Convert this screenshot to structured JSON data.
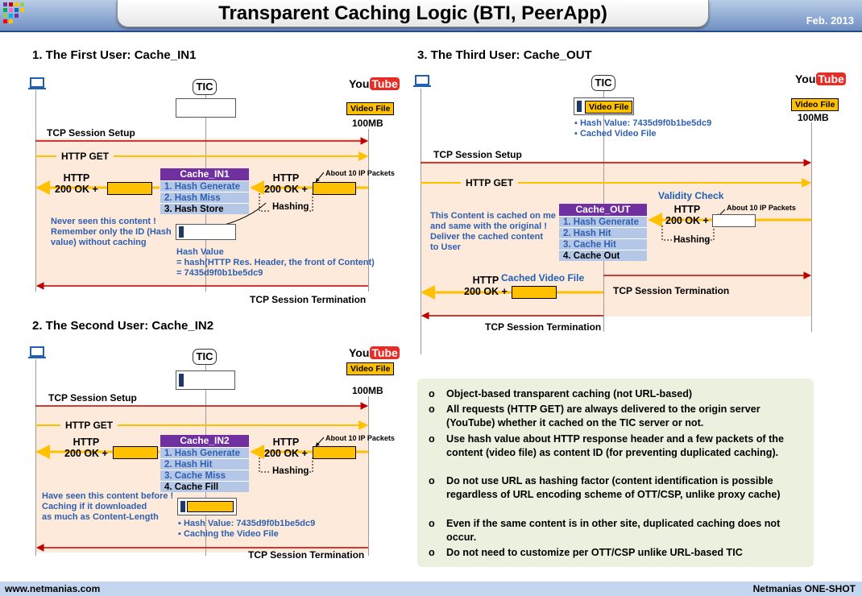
{
  "header": {
    "title": "Transparent Caching Logic (BTI, PeerApp)",
    "date": "Feb. 2013"
  },
  "footer": {
    "left": "www.netmanias.com",
    "right": "Netmanias ONE-SHOT"
  },
  "common": {
    "tic": "TIC",
    "you": "You",
    "tube": "Tube",
    "video_file": "Video File",
    "size": "100MB",
    "tcp_setup": "TCP Session Setup",
    "http_get": "HTTP GET",
    "http": "HTTP",
    "ok": "200 OK +",
    "about_packets": "About 10 IP Packets",
    "hashing": "Hashing",
    "tcp_term": "TCP Session Termination"
  },
  "section1": {
    "title": "1. The First User: Cache_IN1",
    "state_title": "Cache_IN1",
    "states": [
      "1. Hash Generate",
      "2. Hash Miss",
      "3. Hash Store"
    ],
    "note": [
      "Never seen this content !",
      "Remember only the ID (Hash",
      "value) without caching"
    ],
    "hash_value": [
      "Hash Value",
      "= hash(HTTP Res. Header, the front of Content)",
      "= 7435d9f0b1be5dc9"
    ]
  },
  "section2": {
    "title": "2. The Second User: Cache_IN2",
    "state_title": "Cache_IN2",
    "states": [
      "1. Hash Generate",
      "2. Hash Hit",
      "3. Cache Miss",
      "4. Cache Fill"
    ],
    "note": [
      "Have seen this content before !",
      "Caching if it downloaded",
      "as much as Content-Length"
    ],
    "info": [
      "▪ Hash Value: 7435d9f0b1be5dc9",
      "▪ Caching the Video File"
    ]
  },
  "section3": {
    "title": "3. The Third User: Cache_OUT",
    "state_title": "Cache_OUT",
    "states": [
      "1. Hash Generate",
      "2. Hash Hit",
      "3. Cache Hit",
      "4. Cache Out"
    ],
    "note": [
      "This Content is cached on me",
      "and same with the original !",
      "Deliver the cached content",
      "to User"
    ],
    "info": [
      "▪ Hash Value: 7435d9f0b1be5dc9",
      "▪ Cached Video File"
    ],
    "validity": "Validity Check",
    "cached_video": "Cached Video File"
  },
  "summary": {
    "bullet": "o",
    "items": [
      "Object-based transparent caching (not URL-based)",
      "All requests (HTTP GET) are always delivered to the origin server (YouTube) whether it cached on the TIC server or not.",
      "Use hash value about HTTP response header and a few packets of the content (video file) as content ID (for preventing duplicated caching).",
      "Do not use URL as hashing factor (content identification is possible regardless of URL encoding scheme of OTT/CSP, unlike proxy cache)",
      "Even if the same content is in other site, duplicated caching does not occur.",
      "Do not need to customize per OTT/CSP unlike URL-based TIC"
    ]
  },
  "colors": {
    "session": "#c00000",
    "get": "#ffc000",
    "fill": "#fdeada",
    "state_head": "#7030a0",
    "state_row": "#b4c7e7"
  }
}
